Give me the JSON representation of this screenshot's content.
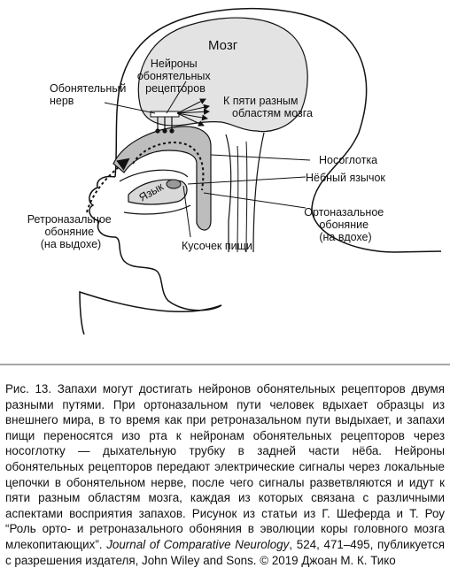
{
  "labels": {
    "brain": "Мозг",
    "receptor_neurons": [
      "Нейроны",
      "обонятельных",
      "рецепторов"
    ],
    "five_areas": [
      "К пяти разным",
      "областям мозга"
    ],
    "olfactory_nerve": [
      "Обонятельный",
      "нерв"
    ],
    "nasopharynx": "Носоглотка",
    "uvula": "Нёбный язычок",
    "tongue": "Язык",
    "orthonasal": [
      "Ортоназальное",
      "обоняние",
      "(на вдохе)"
    ],
    "retronasal": [
      "Ретроназальное",
      "обоняние",
      "(на выдохе)"
    ],
    "food_piece": "Кусочек пищи"
  },
  "caption": {
    "part1": "Рис. 13. Запахи могут достигать нейронов обонятельных рецепторов двумя разными путями. При ортоназальном пути человек вдыхает образцы из внешнего мира, в то время как при ретроназальном пути выдыхает, и запахи пищи переносятся изо рта к нейронам обонятельных рецепторов через носоглотку — дыхательную трубку в задней части нёба. Нейроны обонятельных рецепторов передают электрические сигналы через локальные цепочки в обонятельном нерве, после чего сигналы разветвляются и идут к пяти разным областям мозга, каждая из которых связана с различными аспектами восприятия запахов. Рисунок из статьи из Г. Шеферда и Т. Роу “Роль орто- и ретроназального обоняния в эволюции коры головного мозга млекопитающих”. ",
    "journal": "Journal of Comparative Neurology",
    "part2": ", 524, 471–495, публикуется с разрешения издателя, John Wiley and Sons. © 2019 Джоан М. К. Тико"
  }
}
